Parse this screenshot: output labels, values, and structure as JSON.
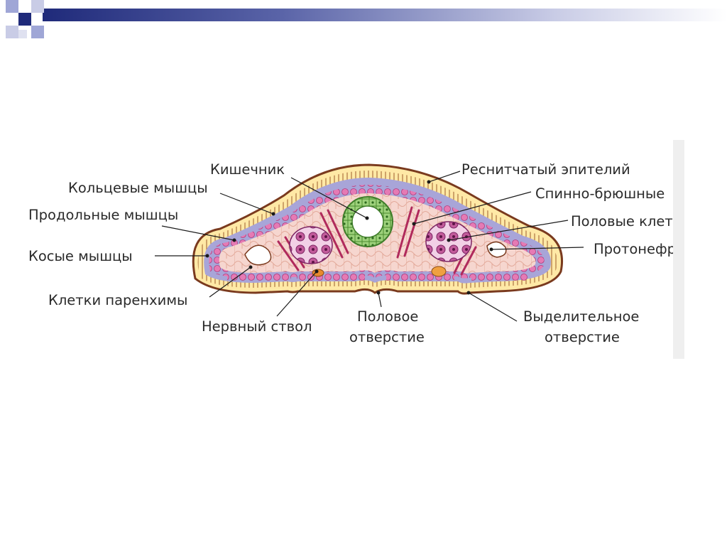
{
  "theme": {
    "accent": "#1f2a7a",
    "accent_light": "#9fa6d6",
    "tissue_pink": "#d85a9e",
    "gut_green": "#6fae4f"
  },
  "labels": {
    "intestine": "Кишечник",
    "ciliated_epithelium": "Реснитчатый эпителий",
    "ring_muscles": "Кольцевые мышцы",
    "dorsoventral": "Спинно-брюшные",
    "longitudinal_muscles": "Продольные мышцы",
    "sex_cells": "Половые клетки",
    "oblique_muscles": "Косые мышцы",
    "protonephridia": "Протонефридии",
    "parenchyma_cells": "Клетки паренхимы",
    "nerve_trunk": "Нервный ствол",
    "genital_opening_line1": "Половое",
    "genital_opening_line2": "отверстие",
    "excretory_opening_line1": "Выделительное",
    "excretory_opening_line2": "отверстие"
  }
}
